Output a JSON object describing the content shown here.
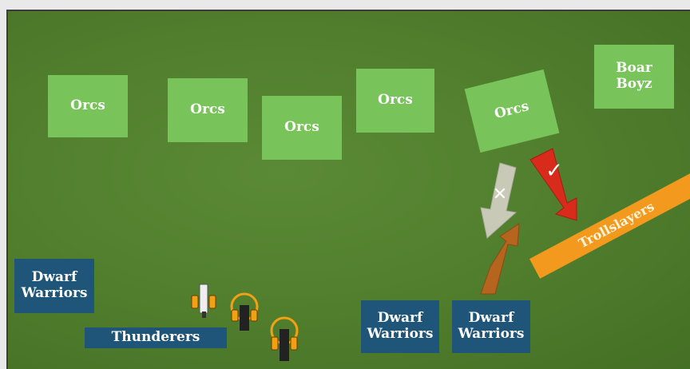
{
  "units": {
    "orcs": [
      "Orcs",
      "Orcs",
      "Orcs",
      "Orcs",
      "Orcs"
    ],
    "boar_boyz": "Boar\nBoyz",
    "trollslayers": "Trollslayers",
    "dwarf_warriors": [
      "Dwarf\nWarriors",
      "Dwarf\nWarriors",
      "Dwarf\nWarriors"
    ],
    "thunderers": "Thunderers"
  },
  "markers": {
    "check": "✓",
    "cross": "✕"
  },
  "colors": {
    "orc": "#78c35a",
    "dwarf": "#1f5578",
    "troll": "#f39a1e",
    "arrow_good": "#d92b1c",
    "arrow_bad": "#c9c9b8",
    "arrow_dwarf": "#b5651d"
  }
}
